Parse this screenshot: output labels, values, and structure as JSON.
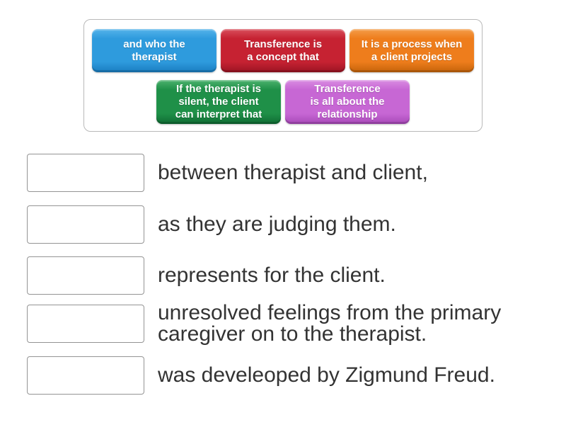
{
  "word_bank": {
    "chips": [
      {
        "id": "and-who-the-therapist",
        "label": "and who the\ntherapist",
        "colors": {
          "light": "#55b3ea",
          "mid": "#2e9bdd",
          "dark": "#1a7dc0"
        }
      },
      {
        "id": "transference-is-a-concept-that",
        "label": "Transference is\na concept that",
        "colors": {
          "light": "#d94f5c",
          "mid": "#c62232",
          "dark": "#9a1423"
        }
      },
      {
        "id": "it-is-a-process-when-a-client-projects",
        "label": "It is a process when\na client projects",
        "colors": {
          "light": "#f49d4a",
          "mid": "#ee7d1c",
          "dark": "#c4630a"
        }
      },
      {
        "id": "if-the-therapist-is-silent",
        "label": "If the therapist is\nsilent, the client\ncan interpret that",
        "colors": {
          "light": "#4cb26d",
          "mid": "#1f9048",
          "dark": "#0f6b33"
        }
      },
      {
        "id": "transference-is-all-about-the-relationship",
        "label": "Transference\nis all about the\nrelationship",
        "colors": {
          "light": "#d98ce2",
          "mid": "#c767d4",
          "dark": "#a748b8"
        }
      }
    ]
  },
  "sentences": [
    {
      "fragment": "between therapist and client,"
    },
    {
      "fragment": "as they are judging them."
    },
    {
      "fragment": "represents for the client."
    },
    {
      "fragment": "unresolved feelings from the primary caregiver on to the therapist."
    },
    {
      "fragment": "was develeoped by Zigmund Freud."
    }
  ],
  "text_color": "#333333"
}
